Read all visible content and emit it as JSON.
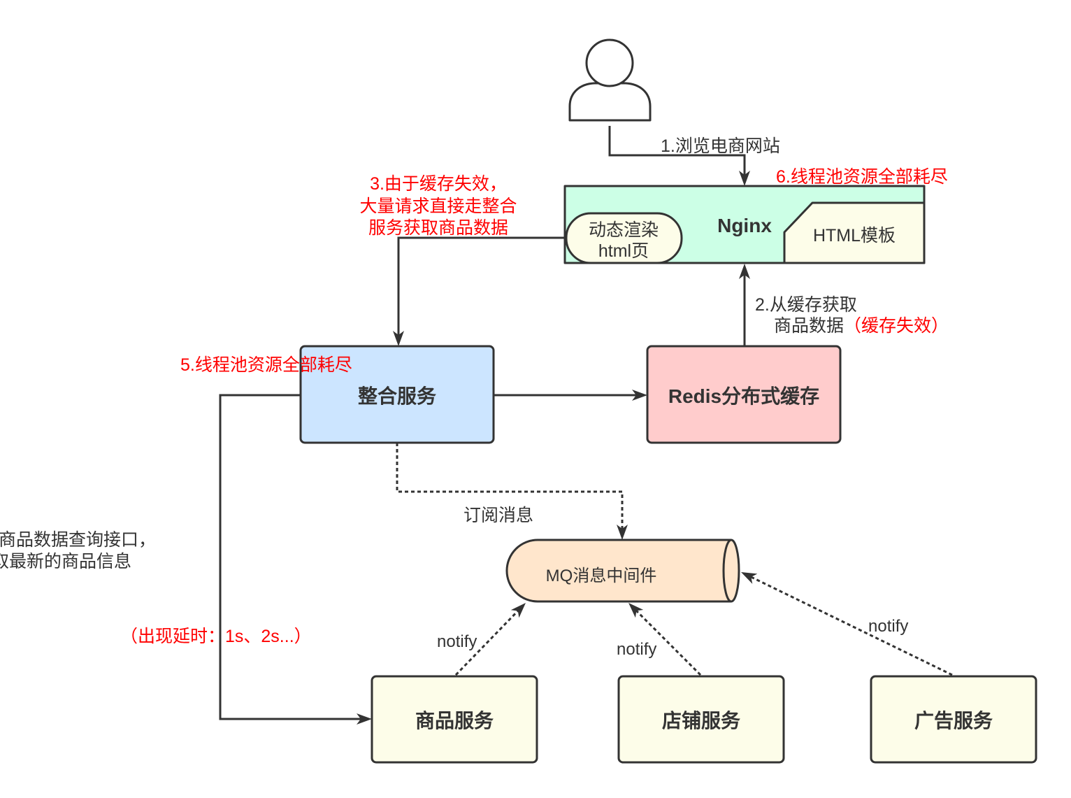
{
  "colors": {
    "stroke": "#333333",
    "text": "#333333",
    "alert": "#ff0000",
    "nginx_fill": "#ccffe6",
    "panel_fill": "#fdfde9",
    "integration_fill": "#cce5ff",
    "redis_fill": "#ffcccc",
    "mq_fill": "#ffe6cc",
    "service_fill": "#fdfde9"
  },
  "icons": {
    "user": "user-icon"
  },
  "nginx": {
    "title": "Nginx",
    "dynamic_render": [
      "动态渲染",
      "html页"
    ],
    "template": "HTML模板"
  },
  "services": {
    "integration": "整合服务",
    "redis": "Redis分布式缓存",
    "mq": "MQ消息中间件",
    "product": "商品服务",
    "shop": "店铺服务",
    "ad": "广告服务"
  },
  "edges": {
    "browse": "1.浏览电商网站",
    "cache_fetch": [
      "2.从缓存获取",
      "商品数据",
      "（缓存失效）"
    ],
    "subscribe": "订阅消息",
    "notify_product": "notify",
    "notify_shop": "notify",
    "notify_ad": "notify"
  },
  "annotations": {
    "nginx_exhausted": "6.线程池资源全部耗尽",
    "cache_miss": [
      "3.由于缓存失效，",
      "大量请求直接走整合",
      "服务获取商品数据"
    ],
    "integration_exhausted": "5.线程池资源全部耗尽",
    "query_interface": [
      "商品数据查询接口，",
      "取最新的商品信息"
    ],
    "delay": "（出现延时：1s、2s...）"
  }
}
